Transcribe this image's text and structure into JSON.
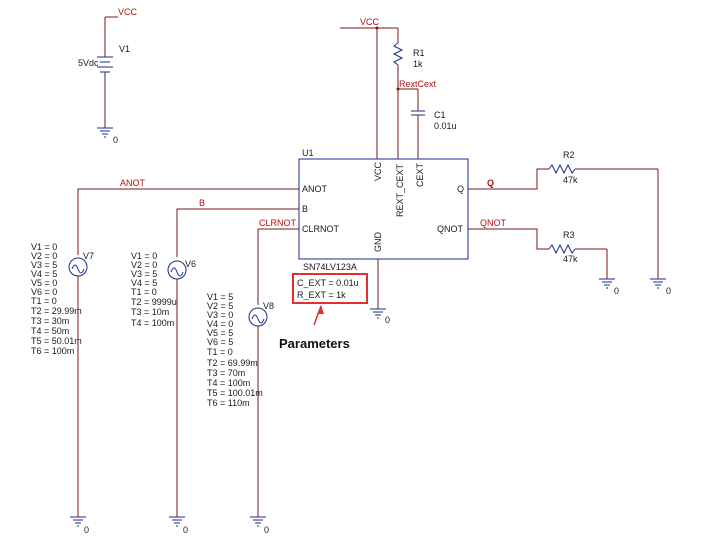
{
  "nets": {
    "vcc_top_left": "VCC",
    "vcc_top_mid": "VCC",
    "rextcext": "RextCext",
    "anot": "ANOT",
    "b": "B",
    "clrnot": "CLRNOT",
    "q": "Q",
    "qnot": "QNOT"
  },
  "v1": {
    "name": "V1",
    "value": "5Vdc"
  },
  "r1": {
    "name": "R1",
    "value": "1k"
  },
  "c1": {
    "name": "C1",
    "value": "0.01u"
  },
  "r2": {
    "name": "R2",
    "value": "47k"
  },
  "r3": {
    "name": "R3",
    "value": "47k"
  },
  "u1": {
    "name": "U1",
    "part": "SN74LV123A",
    "pins": {
      "anot": "ANOT",
      "b": "B",
      "clrnot": "CLRNOT",
      "vcc": "VCC",
      "rext_cext": "REXT_CEXT",
      "cext": "CEXT",
      "gnd": "GND",
      "q": "Q",
      "qnot": "QNOT"
    }
  },
  "param_box": {
    "c_ext": "C_EXT = 0.01u",
    "r_ext": "R_EXT = 1k"
  },
  "annotation": "Parameters",
  "sources": {
    "v7": {
      "name": "V7",
      "lines": [
        "V1 = 0",
        "V2 = 0",
        "V3 = 5",
        "V4 = 5",
        "V5 = 0",
        "V6 = 0",
        "T1 = 0",
        "T2 = 29.99m",
        "T3 = 30m",
        "T4 = 50m",
        "T5 = 50.01m",
        "T6 = 100m"
      ]
    },
    "v6": {
      "name": "V6",
      "lines": [
        "V1 = 0",
        "V2 = 0",
        "V3 = 5",
        "V4 = 5",
        "T1 = 0",
        "T2 = 9999u",
        "T3 = 10m",
        "T4 = 100m"
      ]
    },
    "v8": {
      "name": "V8",
      "lines": [
        "V1 = 5",
        "V2 = 5",
        "V3 = 0",
        "V4 = 0",
        "V5 = 5",
        "V6 = 5",
        "T1 = 0",
        "T2 = 69.99m",
        "T3 = 70m",
        "T4 = 100m",
        "T5 = 100.01m",
        "T6 = 110m"
      ]
    }
  },
  "ground_label": "0",
  "colors": {
    "wire": "#7a1a1a",
    "component": "#1a2c8a",
    "net_label": "#b01010",
    "highlight_box": "#e03030"
  }
}
